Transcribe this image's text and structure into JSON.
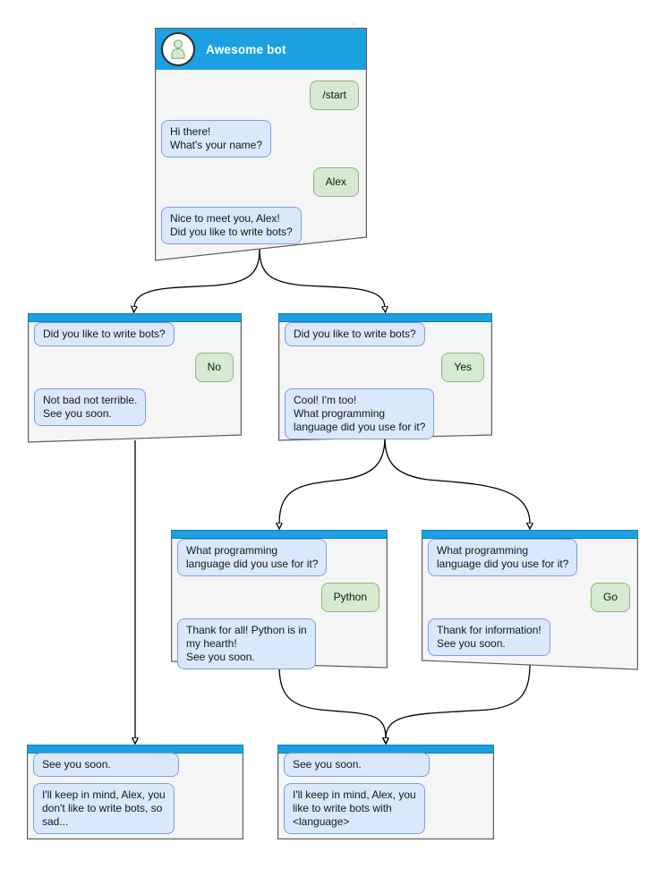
{
  "windows": {
    "root": {
      "title": "Awesome bot",
      "messages": [
        {
          "from": "user",
          "text": "/start"
        },
        {
          "from": "bot",
          "text": "Hi there!\nWhat's your name?"
        },
        {
          "from": "user",
          "text": "Alex"
        },
        {
          "from": "bot",
          "text": "Nice to meet you, Alex!\nDid you like to write bots?"
        }
      ]
    },
    "branch_no": {
      "messages": [
        {
          "from": "bot",
          "text": "Did you like to write bots?"
        },
        {
          "from": "user",
          "text": "No"
        },
        {
          "from": "bot",
          "text": "Not bad not terrible.\nSee you soon."
        }
      ]
    },
    "branch_yes": {
      "messages": [
        {
          "from": "bot",
          "text": "Did you like to write bots?"
        },
        {
          "from": "user",
          "text": "Yes"
        },
        {
          "from": "bot",
          "text": "Cool! I'm too!\nWhat programming\nlanguage did you use for it?"
        }
      ]
    },
    "branch_python": {
      "messages": [
        {
          "from": "bot",
          "text": "What programming\nlanguage did you use for it?"
        },
        {
          "from": "user",
          "text": "Python"
        },
        {
          "from": "bot",
          "text": "Thank for all! Python is in\nmy hearth!\nSee you soon."
        }
      ]
    },
    "branch_go": {
      "messages": [
        {
          "from": "bot",
          "text": "What programming\nlanguage did you use for it?"
        },
        {
          "from": "user",
          "text": "Go"
        },
        {
          "from": "bot",
          "text": "Thank for information!\nSee you soon."
        }
      ]
    },
    "end_no": {
      "messages": [
        {
          "from": "bot",
          "text": "See you soon."
        },
        {
          "from": "bot",
          "text": "I'll keep in mind, Alex, you\ndon't like to write bots, so\nsad..."
        }
      ]
    },
    "end_yes": {
      "messages": [
        {
          "from": "bot",
          "text": "See you soon."
        },
        {
          "from": "bot",
          "text": "I'll keep in mind, Alex, you\nlike to write bots with\n<language>"
        }
      ]
    }
  },
  "flow": [
    {
      "from": "root",
      "to": "branch_no"
    },
    {
      "from": "root",
      "to": "branch_yes"
    },
    {
      "from": "branch_no",
      "to": "end_no"
    },
    {
      "from": "branch_yes",
      "to": "branch_python"
    },
    {
      "from": "branch_yes",
      "to": "branch_go"
    },
    {
      "from": "branch_python",
      "to": "end_yes"
    },
    {
      "from": "branch_go",
      "to": "end_yes"
    }
  ],
  "colors": {
    "header_blue": "#1ba1e2",
    "window_bg": "#f5f5f5",
    "window_border": "#5f5f5f",
    "bot_bubble_bg": "#dbe8fc",
    "bot_bubble_border": "#7a9fe0",
    "user_bubble_bg": "#d7e9d3",
    "user_bubble_border": "#8cb87a"
  }
}
